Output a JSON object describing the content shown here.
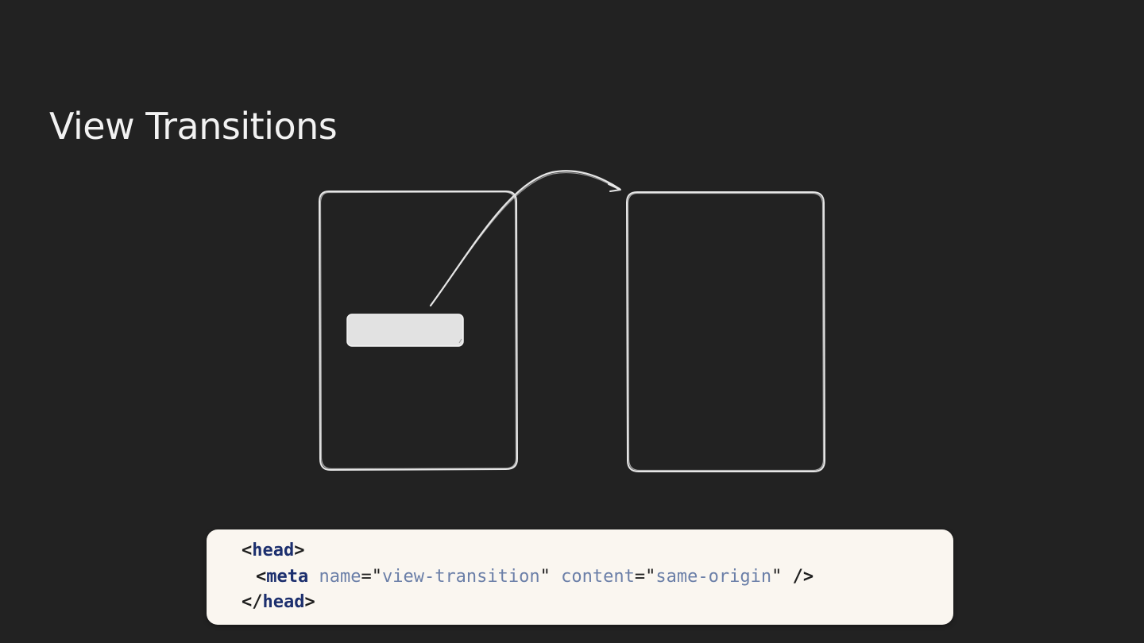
{
  "slide": {
    "title": "View Transitions"
  },
  "code": {
    "line1": {
      "open": "<",
      "tag": "head",
      "close": ">"
    },
    "line2": {
      "open": "<",
      "tag": "meta",
      "attr1_name": "name",
      "attr1_value": "view-transition",
      "attr2_name": "content",
      "attr2_value": "same-origin",
      "close": " />"
    },
    "line3": {
      "open": "</",
      "tag": "head",
      "close": ">"
    },
    "eq": "=",
    "quote": "\""
  },
  "colors": {
    "background": "#222222",
    "sketch_stroke": "#e6e6e6",
    "element_fill": "#e2e2e2",
    "code_card": "#faf6f0",
    "tag": "#1c2f6e",
    "attribute": "#6b7fa8"
  }
}
